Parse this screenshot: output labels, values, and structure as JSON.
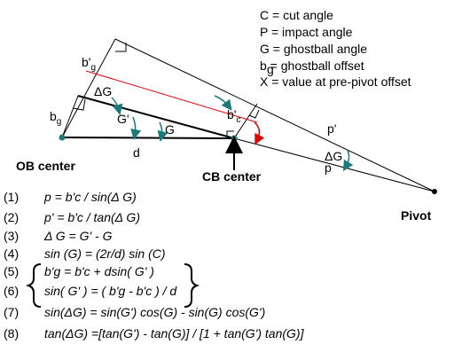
{
  "legend": [
    "C = cut angle",
    "P = impact angle",
    "G = ghostball angle",
    "b  = ghostball offset",
    "X = value at pre-pivot offset"
  ],
  "legend_sub": {
    "b_sub": "g",
    "x_prime": "'"
  },
  "labels": {
    "ob_center": "OB center",
    "cb_center": "CB center",
    "pivot": "Pivot",
    "d": "d",
    "p": "p",
    "p_prime": "p'",
    "bg_prime": "b'",
    "bg_prime_sub": "g",
    "bg": "b",
    "bg_sub": "g",
    "bc_prime": "b'",
    "bc_prime_sub": "c",
    "delta_g_top": "ΔG",
    "g_prime": "G'",
    "g": "G",
    "delta_g_right": "ΔG"
  },
  "equations": [
    {
      "num": "(1)",
      "text": "p  =  b'c / sin(Δ G)"
    },
    {
      "num": "(2)",
      "text": "p' =  b'c / tan(Δ G)"
    },
    {
      "num": "(3)",
      "text": "Δ G = G' - G"
    },
    {
      "num": "(4)",
      "text": "sin (G) = (2r/d) sin (C)"
    },
    {
      "num": "(5)",
      "text": "b'g = b'c + dsin( G' )"
    },
    {
      "num": "(6)",
      "text": "sin( G' ) = ( b'g -  b'c ) / d"
    },
    {
      "num": "(7)",
      "text": "sin(ΔG) = sin(G') cos(G) - sin(G) cos(G')"
    },
    {
      "num": "(8)",
      "text": "tan(ΔG)  =[tan(G') - tan(G)] / [1 + tan(G') tan(G)]"
    }
  ],
  "colors": {
    "red_line": "#e00000",
    "teal_arrow": "#1a7a7a",
    "red_arc": "#e00000",
    "line": "#000000"
  }
}
